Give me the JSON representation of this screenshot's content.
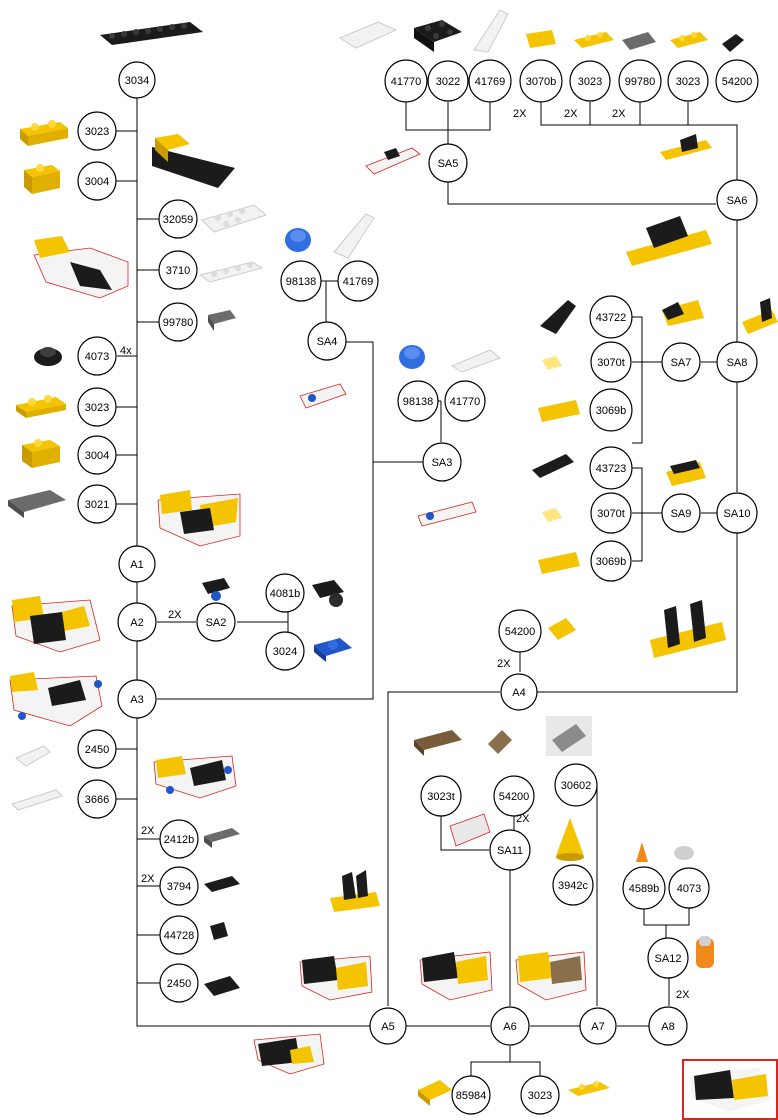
{
  "nodes": {
    "n3034": "3034",
    "n3023_a": "3023",
    "n3004_a": "3004",
    "n32059": "32059",
    "n3710": "3710",
    "n99780_a": "99780",
    "n4073_a": "4073",
    "n3023_b": "3023",
    "n3004_b": "3004",
    "n3021": "3021",
    "A1": "A1",
    "A2": "A2",
    "SA2": "SA2",
    "n4081b": "4081b",
    "n3024": "3024",
    "A3": "A3",
    "n2450_a": "2450",
    "n3666": "3666",
    "n2412b": "2412b",
    "n3794": "3794",
    "n44728": "44728",
    "n2450_b": "2450",
    "A5": "A5",
    "A6": "A6",
    "A7": "A7",
    "A8": "A8",
    "n85984": "85984",
    "n3023_c": "3023",
    "n41770_a": "41770",
    "n3022": "3022",
    "n41769_a": "41769",
    "SA5": "SA5",
    "n3070b": "3070b",
    "n3023_d": "3023",
    "n99780_b": "99780",
    "n3023_e": "3023",
    "n54200_a": "54200",
    "SA6": "SA6",
    "n98138_a": "98138",
    "n41769_b": "41769",
    "SA4": "SA4",
    "n98138_b": "98138",
    "n41770_b": "41770",
    "SA3": "SA3",
    "n43722": "43722",
    "n3070t_a": "3070t",
    "n3069b_a": "3069b",
    "SA7": "SA7",
    "SA8": "SA8",
    "n43723": "43723",
    "n3070t_b": "3070t",
    "n3069b_b": "3069b",
    "SA9": "SA9",
    "SA10": "SA10",
    "n54200_b": "54200",
    "A4": "A4",
    "n3023t": "3023t",
    "n54200_c": "54200",
    "SA11": "SA11",
    "n30602": "30602",
    "n3942c": "3942c",
    "n4589b": "4589b",
    "n4073_b": "4073",
    "SA12": "SA12"
  },
  "multipliers": {
    "m4073": "4x",
    "mSA2": "2X",
    "m2412b": "2X",
    "m3794": "2X",
    "m3070b": "2X",
    "m3023d": "2X",
    "m99780b": "2X",
    "m54200b": "2X",
    "m54200c": "2X",
    "mSA12": "2X"
  },
  "colors": {
    "yellow": "#f5c400",
    "black": "#1b1b1b",
    "white": "#f2f2f2",
    "gray": "#6b6b6b",
    "blue": "#1f56c8",
    "trans_blue": "#2f6de0",
    "trans_brown": "#7a5c3a",
    "orange": "#f08a1c",
    "red_outline": "#d9251d"
  }
}
